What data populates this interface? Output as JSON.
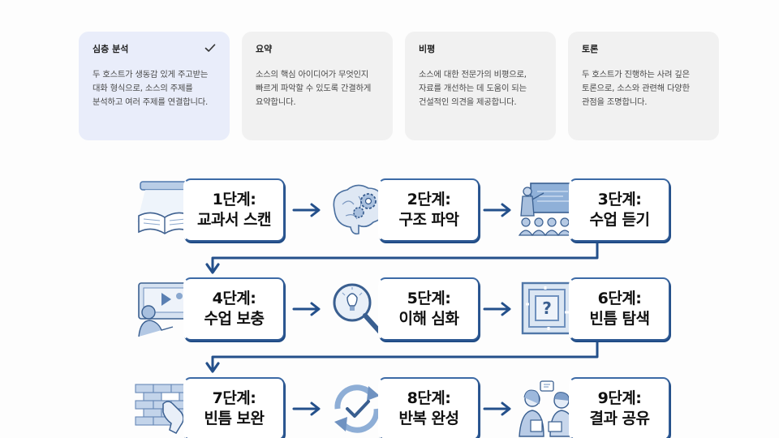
{
  "format_cards": [
    {
      "title": "심층 분석",
      "description": "두 호스트가 생동감 있게 주고받는 대화 형식으로, 소스의 주제를 분석하고 여러 주제를 연결합니다.",
      "selected": true,
      "icon": "check-icon"
    },
    {
      "title": "요약",
      "description": "소스의 핵심 아이디어가 무엇인지 빠르게 파악할 수 있도록 간결하게 요약합니다.",
      "selected": false
    },
    {
      "title": "비평",
      "description": "소스에 대한 전문가의 비평으로, 자료를 개선하는 데 도움이 되는 건설적인 의견을 제공합니다.",
      "selected": false
    },
    {
      "title": "토론",
      "description": "두 호스트가 진행하는 사려 깊은 토론으로, 소스와 관련해 다양한 관점을 조명합니다.",
      "selected": false
    }
  ],
  "diagram": {
    "accent_color": "#2f5a94",
    "steps": [
      {
        "num": "1단계:",
        "label": "교과서 스캔",
        "icon": "book-scanner-icon"
      },
      {
        "num": "2단계:",
        "label": "구조 파악",
        "icon": "brain-gears-icon"
      },
      {
        "num": "3단계:",
        "label": "수업 듣기",
        "icon": "classroom-lecture-icon"
      },
      {
        "num": "4단계:",
        "label": "수업 보충",
        "icon": "video-lesson-icon"
      },
      {
        "num": "5단계:",
        "label": "이해 심화",
        "icon": "magnifier-lightbulb-icon"
      },
      {
        "num": "6단계:",
        "label": "빈틈 탐색",
        "icon": "maze-question-icon"
      },
      {
        "num": "7단계:",
        "label": "빈틈 보완",
        "icon": "brick-wall-hand-icon"
      },
      {
        "num": "8단계:",
        "label": "반복 완성",
        "icon": "cycle-check-icon"
      },
      {
        "num": "9단계:",
        "label": "결과 공유",
        "icon": "people-sharing-icon"
      }
    ]
  }
}
